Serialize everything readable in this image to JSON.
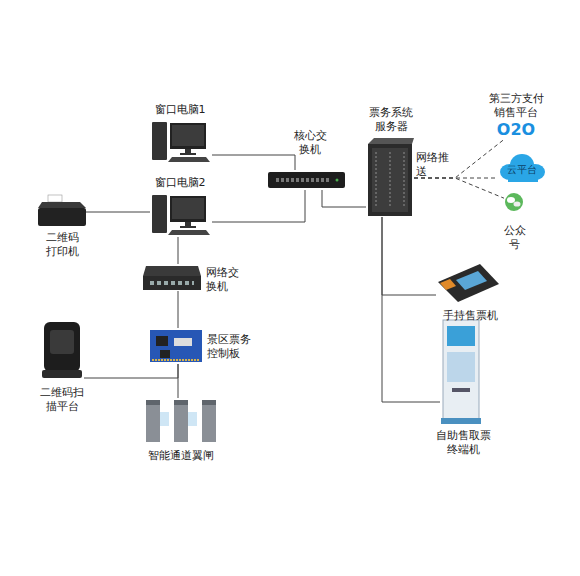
{
  "diagram": {
    "nodes": [
      {
        "text": [
          "窗口电脑1"
        ]
      },
      {
        "text": [
          "核心交 换机"
        ]
      },
      {
        "text": [
          "票务系统 服务器"
        ]
      },
      {
        "text": [
          "第三方支付 销售平台",
          "O2O"
        ]
      },
      {
        "text": [
          "云平台"
        ]
      },
      {
        "text": [
          "窗口电脑2"
        ]
      },
      {
        "text": [
          "二维码 打印机"
        ]
      },
      {
        "text": [
          "公众 号"
        ]
      },
      {
        "text": [
          "网络交 换机"
        ]
      },
      {
        "text": [
          "手持售票机"
        ]
      },
      {
        "text": [
          "景区票务 控制板"
        ]
      },
      {
        "text": [
          "二维码扫 描平台"
        ]
      },
      {
        "text": [
          "自助售取票 终端机"
        ]
      },
      {
        "text": [
          "智能通道翼闸"
        ]
      }
    ],
    "edges": [
      {
        "from": 0,
        "to": 1,
        "arrow": "none"
      },
      {
        "from": 5,
        "to": 1,
        "arrow": "none"
      },
      {
        "from": 1,
        "to": 2,
        "arrow": "none"
      },
      {
        "from": 6,
        "to": 5,
        "arrow": "none"
      },
      {
        "from": 5,
        "to": 8,
        "arrow": "none"
      },
      {
        "from": 8,
        "to": 10,
        "arrow": "none"
      },
      {
        "from": 10,
        "to": 11,
        "arrow": "none"
      },
      {
        "from": 10,
        "to": 13,
        "arrow": "none"
      },
      {
        "from": 2,
        "to": 9,
        "arrow": "none"
      },
      {
        "from": 2,
        "to": 12,
        "arrow": "none"
      },
      {
        "from": 2,
        "to": 3,
        "arrow": "none"
      },
      {
        "from": 2,
        "to": 4,
        "arrow": "none"
      },
      {
        "from": 2,
        "to": 7,
        "arrow": "none"
      }
    ],
    "labels": [
      "网络推 送"
    ]
  }
}
